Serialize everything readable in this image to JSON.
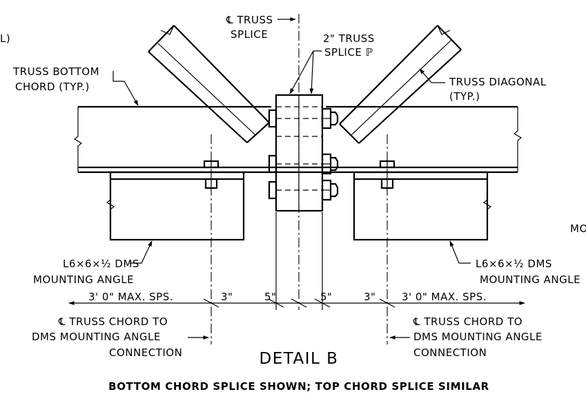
{
  "labels": {
    "cl_splice_line1": "℄ TRUSS",
    "cl_splice_line2": "SPLICE",
    "splice_plate_line1": "2\" TRUSS",
    "splice_plate_line2": "SPLICE ℙ",
    "bottom_chord_line1": "TRUSS BOTTOM",
    "bottom_chord_line2": "CHORD (TYP.)",
    "diagonal_line1": "TRUSS DIAGONAL",
    "diagonal_line2": "(TYP.)",
    "left_angle_line1": "L6×6×½ DMS",
    "left_angle_line2": "MOUNTING ANGLE",
    "right_angle_line1": "L6×6×½ DMS",
    "right_angle_line2": "MOUNTING ANGLE",
    "left_cl_line1": "℄ TRUSS CHORD TO",
    "left_cl_line2": "DMS MOUNTING ANGLE",
    "left_cl_line3": "CONNECTION",
    "right_cl_line1": "℄ TRUSS CHORD TO",
    "right_cl_line2": "DMS MOUNTING ANGLE",
    "right_cl_line3": "CONNECTION",
    "edge_left": "L)",
    "edge_right": "MO"
  },
  "dimensions": {
    "dim1": "3' 0\" MAX. SPS.",
    "dim2": "3\"",
    "dim3": "5\"",
    "dim4": "5\"",
    "dim5": "3\"",
    "dim6": "3' 0\" MAX. SPS."
  },
  "title": "DETAIL B",
  "note": "BOTTOM CHORD SPLICE SHOWN; TOP CHORD SPLICE SIMILAR"
}
